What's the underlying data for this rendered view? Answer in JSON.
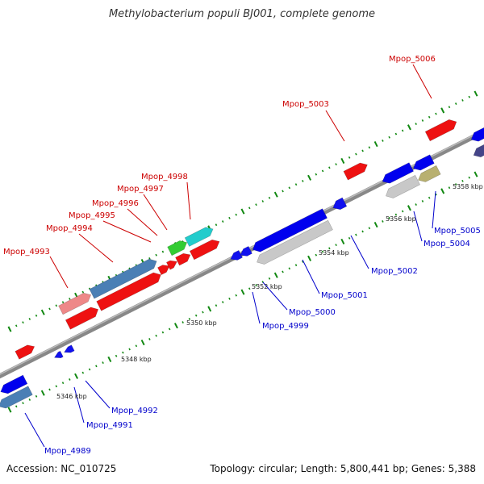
{
  "title": "Methylobacterium populi BJ001, complete genome",
  "footer": {
    "accession": "Accession: NC_010725",
    "summary": "Topology: circular; Length: 5,800,441 bp; Genes: 5,388"
  },
  "colors": {
    "forward_label": "#cc0000",
    "reverse_label": "#0000cc",
    "backbone": "#808080",
    "tick": "#118811"
  },
  "kbp_labels": [
    "5346 kbp",
    "5348 kbp",
    "5350 kbp",
    "5352 kbp",
    "5354 kbp",
    "5356 kbp",
    "5358 kbp"
  ],
  "forward_genes": [
    "Mpop_4993",
    "Mpop_4994",
    "Mpop_4995",
    "Mpop_4996",
    "Mpop_4997",
    "Mpop_4998",
    "Mpop_5003",
    "Mpop_5006"
  ],
  "reverse_genes": [
    "Mpop_4989",
    "Mpop_4991",
    "Mpop_4992",
    "Mpop_4999",
    "Mpop_5000",
    "Mpop_5001",
    "Mpop_5002",
    "Mpop_5004",
    "Mpop_5005"
  ]
}
